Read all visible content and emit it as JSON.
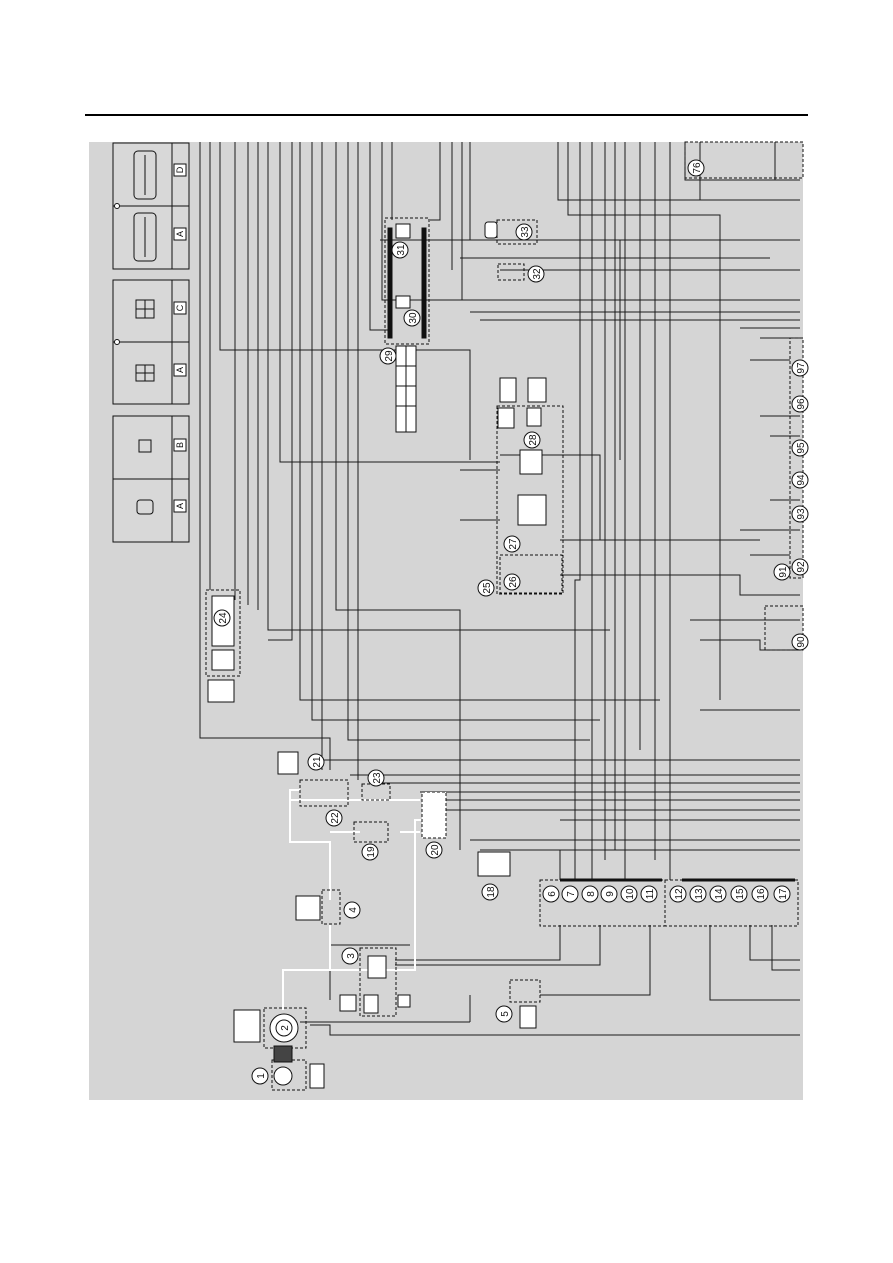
{
  "page": {
    "background_color": "#ffffff",
    "panel_color": "#d5d5d5",
    "wire_color": "#1a1a1a",
    "harness_color": "#ffffff"
  },
  "legend": {
    "top_group": {
      "left_letter": "D",
      "right_letter": "A"
    },
    "middle_group": {
      "left_letter": "C",
      "right_letter": "A"
    },
    "bottom_group": {
      "left_letter": "B",
      "right_letter": "A"
    }
  },
  "callouts": {
    "c1": "1",
    "c2": "2",
    "c3": "3",
    "c4": "4",
    "c5": "5",
    "c6": "6",
    "c7": "7",
    "c8": "8",
    "c9": "9",
    "c10": "10",
    "c11": "11",
    "c12": "12",
    "c13": "13",
    "c14": "14",
    "c15": "15",
    "c16": "16",
    "c17": "17",
    "c18": "18",
    "c19": "19",
    "c20": "20",
    "c21": "21",
    "c22": "22",
    "c23": "23",
    "c24": "24",
    "c25": "25",
    "c26": "26",
    "c27": "27",
    "c28": "28",
    "c29": "29",
    "c30": "30",
    "c31": "31",
    "c32": "32",
    "c33": "33",
    "c76": "76",
    "c91": "91",
    "c90": "90",
    "c92": "92",
    "c93": "93",
    "c94": "94",
    "c95": "95",
    "c96": "96",
    "c97": "97"
  }
}
